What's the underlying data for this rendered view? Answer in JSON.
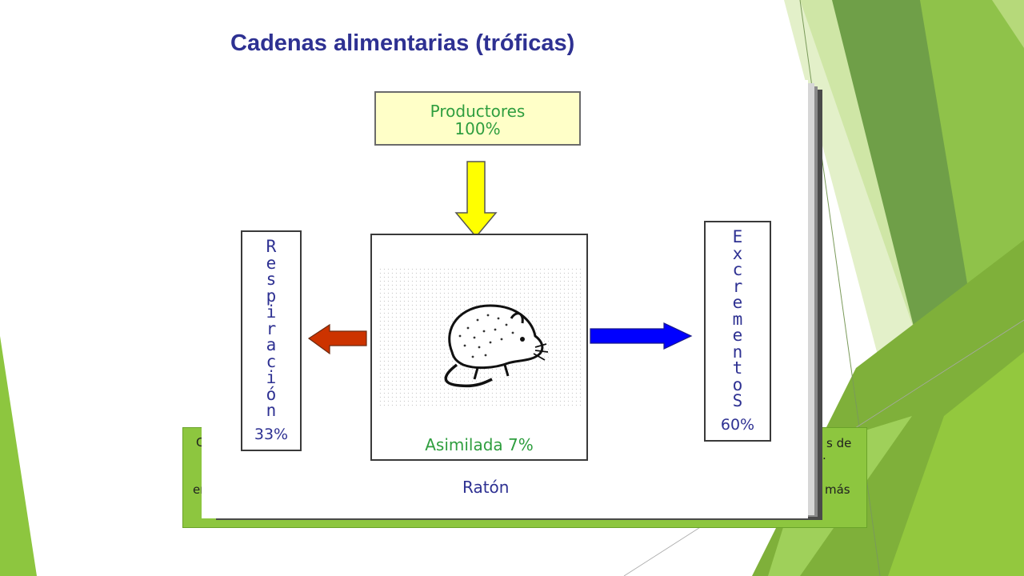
{
  "title": "Cadenas alimentarias (tróficas)",
  "diagram": {
    "producers": {
      "line1": "Productores",
      "line2": "100%"
    },
    "respiration": {
      "letters": "Respiración",
      "percent": "33%"
    },
    "excrement": {
      "letters": "ExcrementoS",
      "percent": "60%"
    },
    "assimilated": "Asimilada 7%",
    "animal": "Ratón",
    "arrow_colors": {
      "down": "#ffff00",
      "left": "#cc3300",
      "right": "#0000ff"
    }
  },
  "background_text": {
    "left_top": "C",
    "left_bottom": "en",
    "right_top": "s de",
    "right_mid": ".",
    "right_bottom": "más"
  }
}
